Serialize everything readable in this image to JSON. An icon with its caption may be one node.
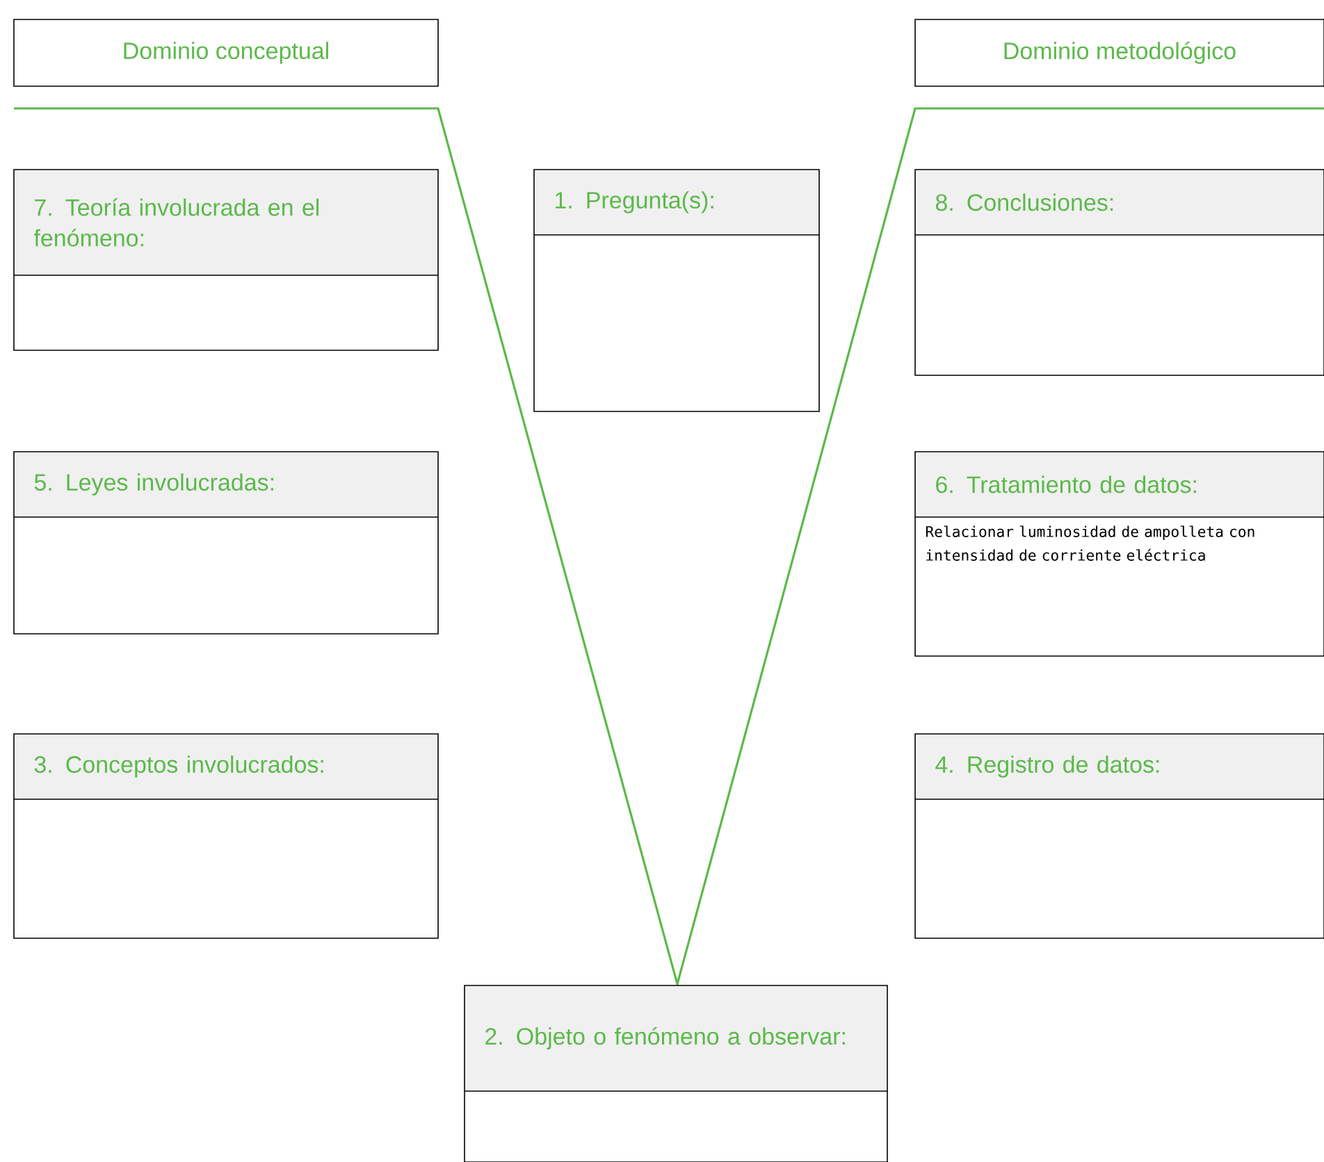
{
  "diagram": {
    "nodes": [
      {
        "text": [
          "Dominio conceptual"
        ]
      },
      {
        "text": [
          "Dominio metodológico"
        ]
      },
      {
        "text": [
          "7. Teoría involucrada en el fenómeno:"
        ]
      },
      {
        "text": [
          "1. Pregunta(s):"
        ]
      },
      {
        "text": [
          "8. Conclusiones:"
        ]
      },
      {
        "text": [
          "5. Leyes involucradas:"
        ]
      },
      {
        "text": [
          "6. Tratamiento de datos:",
          "Relacionar luminosidad de ampolleta con intensidad de corriente eléctrica"
        ]
      },
      {
        "text": [
          "3. Conceptos involucrados:"
        ]
      },
      {
        "text": [
          "4. Registro de datos:"
        ]
      },
      {
        "text": [
          "2. Objeto o fenómeno a observar:"
        ]
      }
    ]
  }
}
